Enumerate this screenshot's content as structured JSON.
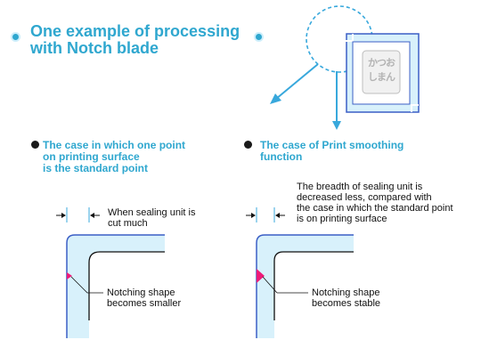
{
  "title": {
    "lines": [
      "One example of processing",
      "with Notch blade"
    ]
  },
  "colors": {
    "accent": "#2fa7cf",
    "blade_fill": "#d8f1fb",
    "frame_blue": "#3b5fc6",
    "notch_pink": "#ee1a78",
    "arrow": "#38a8dc"
  },
  "label_sample": {
    "row1": "かつお",
    "row2": "しまん"
  },
  "cases": [
    {
      "heading_lines": [
        "The case in which one point",
        "on printing surface",
        "is the standard point"
      ],
      "width_note_lines": [
        "When sealing unit is",
        "cut much"
      ],
      "notch_note_lines": [
        "Notching shape",
        "becomes smaller"
      ]
    },
    {
      "heading_lines": [
        "The case of Print smoothing",
        "function"
      ],
      "width_note_lines": [
        "The breadth of sealing unit is",
        "decreased less, compared with",
        "the case in which the standard point",
        "is on printing surface"
      ],
      "notch_note_lines": [
        "Notching shape",
        "becomes stable"
      ]
    }
  ]
}
